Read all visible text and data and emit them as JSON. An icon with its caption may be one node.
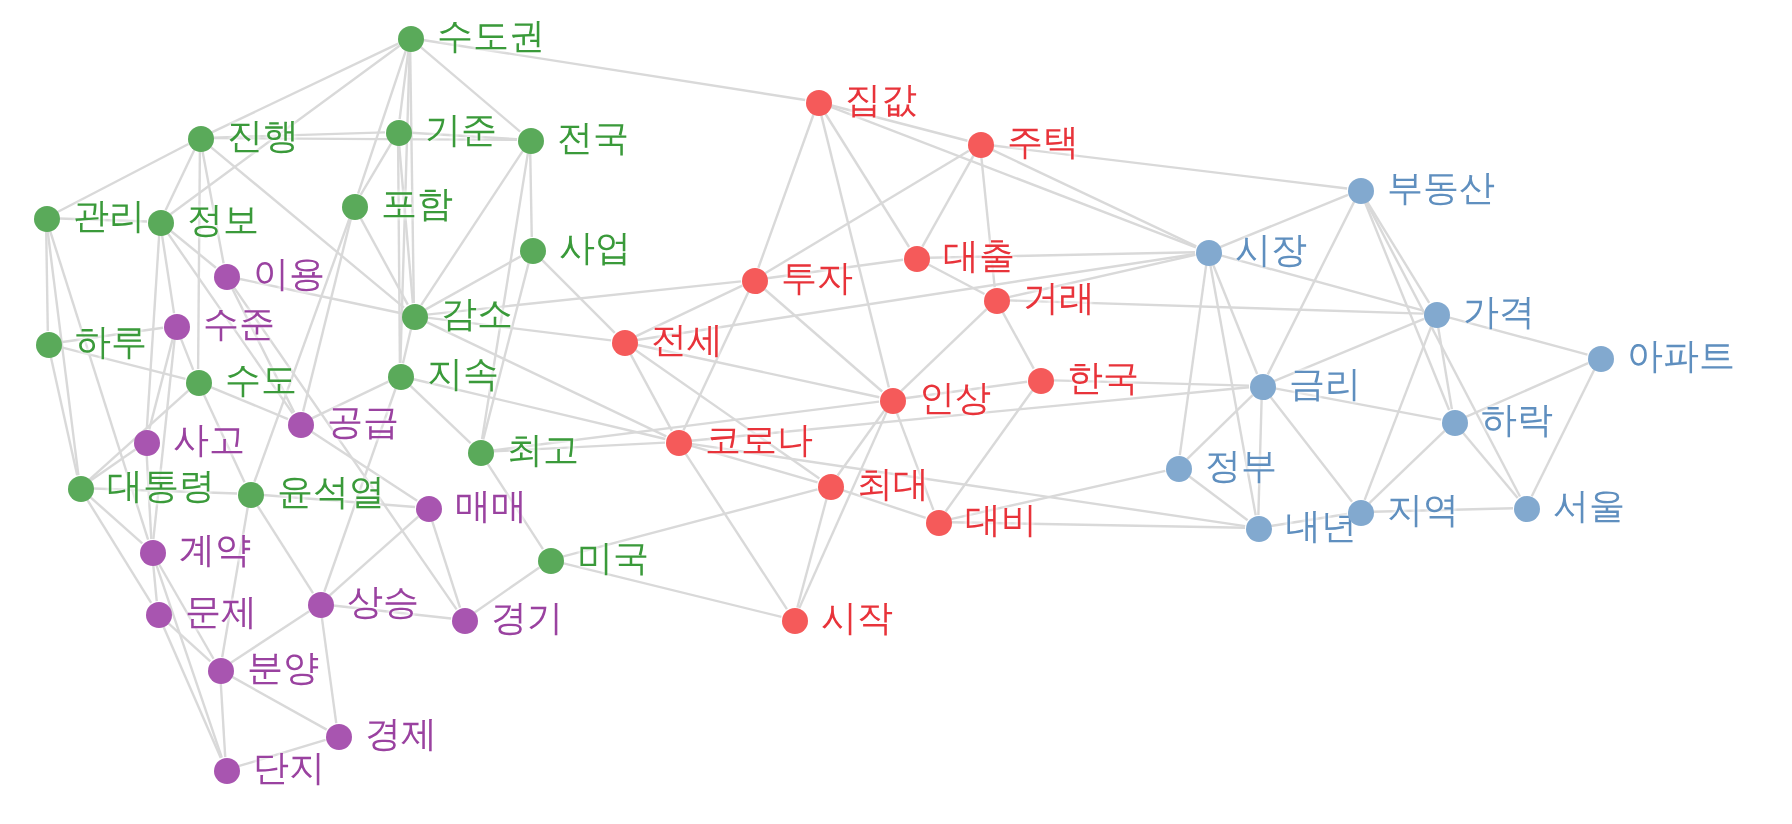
{
  "diagram": {
    "nodes": [
      {
        "text": [
          "수도권"
        ]
      },
      {
        "text": [
          "진행"
        ]
      },
      {
        "text": [
          "기준"
        ]
      },
      {
        "text": [
          "전국"
        ]
      },
      {
        "text": [
          "관리"
        ]
      },
      {
        "text": [
          "정보"
        ]
      },
      {
        "text": [
          "포함"
        ]
      },
      {
        "text": [
          "사업"
        ]
      },
      {
        "text": [
          "이용"
        ]
      },
      {
        "text": [
          "감소"
        ]
      },
      {
        "text": [
          "하루"
        ]
      },
      {
        "text": [
          "수준"
        ]
      },
      {
        "text": [
          "수도"
        ]
      },
      {
        "text": [
          "공급"
        ]
      },
      {
        "text": [
          "지속"
        ]
      },
      {
        "text": [
          "최고"
        ]
      },
      {
        "text": [
          "사고"
        ]
      },
      {
        "text": [
          "대통령"
        ]
      },
      {
        "text": [
          "윤석열"
        ]
      },
      {
        "text": [
          "매매"
        ]
      },
      {
        "text": [
          "계약"
        ]
      },
      {
        "text": [
          "경기"
        ]
      },
      {
        "text": [
          "미국"
        ]
      },
      {
        "text": [
          "상승"
        ]
      },
      {
        "text": [
          "문제"
        ]
      },
      {
        "text": [
          "분양"
        ]
      },
      {
        "text": [
          "경제"
        ]
      },
      {
        "text": [
          "단지"
        ]
      },
      {
        "text": [
          "집값"
        ]
      },
      {
        "text": [
          "주택"
        ]
      },
      {
        "text": [
          "투자"
        ]
      },
      {
        "text": [
          "대출"
        ]
      },
      {
        "text": [
          "거래"
        ]
      },
      {
        "text": [
          "전세"
        ]
      },
      {
        "text": [
          "인상"
        ]
      },
      {
        "text": [
          "한국"
        ]
      },
      {
        "text": [
          "코로나"
        ]
      },
      {
        "text": [
          "최대"
        ]
      },
      {
        "text": [
          "대비"
        ]
      },
      {
        "text": [
          "시작"
        ]
      },
      {
        "text": [
          "부동산"
        ]
      },
      {
        "text": [
          "시장"
        ]
      },
      {
        "text": [
          "가격"
        ]
      },
      {
        "text": [
          "아파트"
        ]
      },
      {
        "text": [
          "금리"
        ]
      },
      {
        "text": [
          "하락"
        ]
      },
      {
        "text": [
          "정부"
        ]
      },
      {
        "text": [
          "내년"
        ]
      },
      {
        "text": [
          "지역"
        ]
      },
      {
        "text": [
          "서울"
        ]
      }
    ],
    "edges": [
      {
        "from": 0,
        "to": 1,
        "arrow": "none"
      },
      {
        "from": 0,
        "to": 2,
        "arrow": "none"
      },
      {
        "from": 0,
        "to": 3,
        "arrow": "none"
      },
      {
        "from": 0,
        "to": 6,
        "arrow": "none"
      },
      {
        "from": 0,
        "to": 9,
        "arrow": "none"
      },
      {
        "from": 0,
        "to": 5,
        "arrow": "none"
      },
      {
        "from": 0,
        "to": 28,
        "arrow": "none"
      },
      {
        "from": 0,
        "to": 14,
        "arrow": "none"
      },
      {
        "from": 1,
        "to": 2,
        "arrow": "none"
      },
      {
        "from": 1,
        "to": 4,
        "arrow": "none"
      },
      {
        "from": 1,
        "to": 5,
        "arrow": "none"
      },
      {
        "from": 1,
        "to": 8,
        "arrow": "none"
      },
      {
        "from": 1,
        "to": 9,
        "arrow": "none"
      },
      {
        "from": 1,
        "to": 12,
        "arrow": "none"
      },
      {
        "from": 1,
        "to": 3,
        "arrow": "none"
      },
      {
        "from": 2,
        "to": 3,
        "arrow": "none"
      },
      {
        "from": 2,
        "to": 6,
        "arrow": "none"
      },
      {
        "from": 2,
        "to": 9,
        "arrow": "none"
      },
      {
        "from": 2,
        "to": 14,
        "arrow": "none"
      },
      {
        "from": 3,
        "to": 7,
        "arrow": "none"
      },
      {
        "from": 3,
        "to": 9,
        "arrow": "none"
      },
      {
        "from": 3,
        "to": 15,
        "arrow": "none"
      },
      {
        "from": 4,
        "to": 10,
        "arrow": "none"
      },
      {
        "from": 4,
        "to": 5,
        "arrow": "none"
      },
      {
        "from": 4,
        "to": 17,
        "arrow": "none"
      },
      {
        "from": 4,
        "to": 20,
        "arrow": "none"
      },
      {
        "from": 5,
        "to": 8,
        "arrow": "none"
      },
      {
        "from": 5,
        "to": 11,
        "arrow": "none"
      },
      {
        "from": 5,
        "to": 16,
        "arrow": "none"
      },
      {
        "from": 5,
        "to": 13,
        "arrow": "none"
      },
      {
        "from": 6,
        "to": 9,
        "arrow": "none"
      },
      {
        "from": 6,
        "to": 13,
        "arrow": "none"
      },
      {
        "from": 6,
        "to": 18,
        "arrow": "none"
      },
      {
        "from": 7,
        "to": 9,
        "arrow": "none"
      },
      {
        "from": 7,
        "to": 15,
        "arrow": "none"
      },
      {
        "from": 7,
        "to": 33,
        "arrow": "none"
      },
      {
        "from": 8,
        "to": 9,
        "arrow": "none"
      },
      {
        "from": 8,
        "to": 13,
        "arrow": "none"
      },
      {
        "from": 8,
        "to": 21,
        "arrow": "none"
      },
      {
        "from": 9,
        "to": 14,
        "arrow": "none"
      },
      {
        "from": 9,
        "to": 33,
        "arrow": "none"
      },
      {
        "from": 9,
        "to": 36,
        "arrow": "none"
      },
      {
        "from": 10,
        "to": 11,
        "arrow": "none"
      },
      {
        "from": 10,
        "to": 17,
        "arrow": "none"
      },
      {
        "from": 10,
        "to": 12,
        "arrow": "none"
      },
      {
        "from": 11,
        "to": 12,
        "arrow": "none"
      },
      {
        "from": 11,
        "to": 16,
        "arrow": "none"
      },
      {
        "from": 11,
        "to": 20,
        "arrow": "none"
      },
      {
        "from": 12,
        "to": 13,
        "arrow": "none"
      },
      {
        "from": 12,
        "to": 17,
        "arrow": "none"
      },
      {
        "from": 12,
        "to": 18,
        "arrow": "none"
      },
      {
        "from": 13,
        "to": 14,
        "arrow": "none"
      },
      {
        "from": 13,
        "to": 19,
        "arrow": "none"
      },
      {
        "from": 14,
        "to": 15,
        "arrow": "none"
      },
      {
        "from": 14,
        "to": 23,
        "arrow": "none"
      },
      {
        "from": 14,
        "to": 36,
        "arrow": "none"
      },
      {
        "from": 15,
        "to": 22,
        "arrow": "none"
      },
      {
        "from": 15,
        "to": 36,
        "arrow": "none"
      },
      {
        "from": 16,
        "to": 17,
        "arrow": "none"
      },
      {
        "from": 16,
        "to": 20,
        "arrow": "none"
      },
      {
        "from": 17,
        "to": 18,
        "arrow": "none"
      },
      {
        "from": 17,
        "to": 20,
        "arrow": "none"
      },
      {
        "from": 17,
        "to": 24,
        "arrow": "none"
      },
      {
        "from": 18,
        "to": 19,
        "arrow": "none"
      },
      {
        "from": 18,
        "to": 23,
        "arrow": "none"
      },
      {
        "from": 18,
        "to": 25,
        "arrow": "none"
      },
      {
        "from": 19,
        "to": 21,
        "arrow": "none"
      },
      {
        "from": 19,
        "to": 23,
        "arrow": "none"
      },
      {
        "from": 20,
        "to": 24,
        "arrow": "none"
      },
      {
        "from": 20,
        "to": 25,
        "arrow": "none"
      },
      {
        "from": 20,
        "to": 27,
        "arrow": "none"
      },
      {
        "from": 21,
        "to": 22,
        "arrow": "none"
      },
      {
        "from": 21,
        "to": 23,
        "arrow": "none"
      },
      {
        "from": 22,
        "to": 39,
        "arrow": "none"
      },
      {
        "from": 22,
        "to": 37,
        "arrow": "none"
      },
      {
        "from": 23,
        "to": 26,
        "arrow": "none"
      },
      {
        "from": 23,
        "to": 25,
        "arrow": "none"
      },
      {
        "from": 24,
        "to": 25,
        "arrow": "none"
      },
      {
        "from": 24,
        "to": 27,
        "arrow": "none"
      },
      {
        "from": 25,
        "to": 27,
        "arrow": "none"
      },
      {
        "from": 26,
        "to": 27,
        "arrow": "none"
      },
      {
        "from": 25,
        "to": 26,
        "arrow": "none"
      },
      {
        "from": 28,
        "to": 29,
        "arrow": "none"
      },
      {
        "from": 28,
        "to": 30,
        "arrow": "none"
      },
      {
        "from": 28,
        "to": 31,
        "arrow": "none"
      },
      {
        "from": 28,
        "to": 34,
        "arrow": "none"
      },
      {
        "from": 28,
        "to": 41,
        "arrow": "none"
      },
      {
        "from": 29,
        "to": 31,
        "arrow": "none"
      },
      {
        "from": 29,
        "to": 32,
        "arrow": "none"
      },
      {
        "from": 29,
        "to": 41,
        "arrow": "none"
      },
      {
        "from": 29,
        "to": 30,
        "arrow": "none"
      },
      {
        "from": 30,
        "to": 31,
        "arrow": "none"
      },
      {
        "from": 30,
        "to": 33,
        "arrow": "none"
      },
      {
        "from": 30,
        "to": 34,
        "arrow": "none"
      },
      {
        "from": 30,
        "to": 36,
        "arrow": "none"
      },
      {
        "from": 31,
        "to": 32,
        "arrow": "none"
      },
      {
        "from": 31,
        "to": 41,
        "arrow": "none"
      },
      {
        "from": 32,
        "to": 35,
        "arrow": "none"
      },
      {
        "from": 32,
        "to": 34,
        "arrow": "none"
      },
      {
        "from": 32,
        "to": 41,
        "arrow": "none"
      },
      {
        "from": 33,
        "to": 34,
        "arrow": "none"
      },
      {
        "from": 33,
        "to": 36,
        "arrow": "none"
      },
      {
        "from": 33,
        "to": 37,
        "arrow": "none"
      },
      {
        "from": 34,
        "to": 35,
        "arrow": "none"
      },
      {
        "from": 34,
        "to": 37,
        "arrow": "none"
      },
      {
        "from": 34,
        "to": 38,
        "arrow": "none"
      },
      {
        "from": 34,
        "to": 39,
        "arrow": "none"
      },
      {
        "from": 35,
        "to": 38,
        "arrow": "none"
      },
      {
        "from": 35,
        "to": 44,
        "arrow": "none"
      },
      {
        "from": 36,
        "to": 37,
        "arrow": "none"
      },
      {
        "from": 36,
        "to": 39,
        "arrow": "none"
      },
      {
        "from": 37,
        "to": 38,
        "arrow": "none"
      },
      {
        "from": 37,
        "to": 39,
        "arrow": "none"
      },
      {
        "from": 38,
        "to": 47,
        "arrow": "none"
      },
      {
        "from": 38,
        "to": 46,
        "arrow": "none"
      },
      {
        "from": 40,
        "to": 41,
        "arrow": "none"
      },
      {
        "from": 40,
        "to": 42,
        "arrow": "none"
      },
      {
        "from": 40,
        "to": 44,
        "arrow": "none"
      },
      {
        "from": 40,
        "to": 45,
        "arrow": "none"
      },
      {
        "from": 40,
        "to": 49,
        "arrow": "none"
      },
      {
        "from": 41,
        "to": 42,
        "arrow": "none"
      },
      {
        "from": 41,
        "to": 44,
        "arrow": "none"
      },
      {
        "from": 41,
        "to": 46,
        "arrow": "none"
      },
      {
        "from": 41,
        "to": 47,
        "arrow": "none"
      },
      {
        "from": 42,
        "to": 43,
        "arrow": "none"
      },
      {
        "from": 42,
        "to": 45,
        "arrow": "none"
      },
      {
        "from": 42,
        "to": 48,
        "arrow": "none"
      },
      {
        "from": 42,
        "to": 44,
        "arrow": "none"
      },
      {
        "from": 43,
        "to": 45,
        "arrow": "none"
      },
      {
        "from": 43,
        "to": 49,
        "arrow": "none"
      },
      {
        "from": 44,
        "to": 45,
        "arrow": "none"
      },
      {
        "from": 44,
        "to": 46,
        "arrow": "none"
      },
      {
        "from": 44,
        "to": 47,
        "arrow": "none"
      },
      {
        "from": 44,
        "to": 48,
        "arrow": "none"
      },
      {
        "from": 45,
        "to": 48,
        "arrow": "none"
      },
      {
        "from": 45,
        "to": 49,
        "arrow": "none"
      },
      {
        "from": 46,
        "to": 47,
        "arrow": "none"
      },
      {
        "from": 47,
        "to": 48,
        "arrow": "none"
      },
      {
        "from": 48,
        "to": 49,
        "arrow": "none"
      },
      {
        "from": 33,
        "to": 41,
        "arrow": "none"
      },
      {
        "from": 36,
        "to": 44,
        "arrow": "none"
      },
      {
        "from": 15,
        "to": 34,
        "arrow": "none"
      },
      {
        "from": 9,
        "to": 30,
        "arrow": "none"
      },
      {
        "from": 29,
        "to": 40,
        "arrow": "none"
      },
      {
        "from": 32,
        "to": 42,
        "arrow": "none"
      },
      {
        "from": 36,
        "to": 47,
        "arrow": "none"
      }
    ]
  }
}
